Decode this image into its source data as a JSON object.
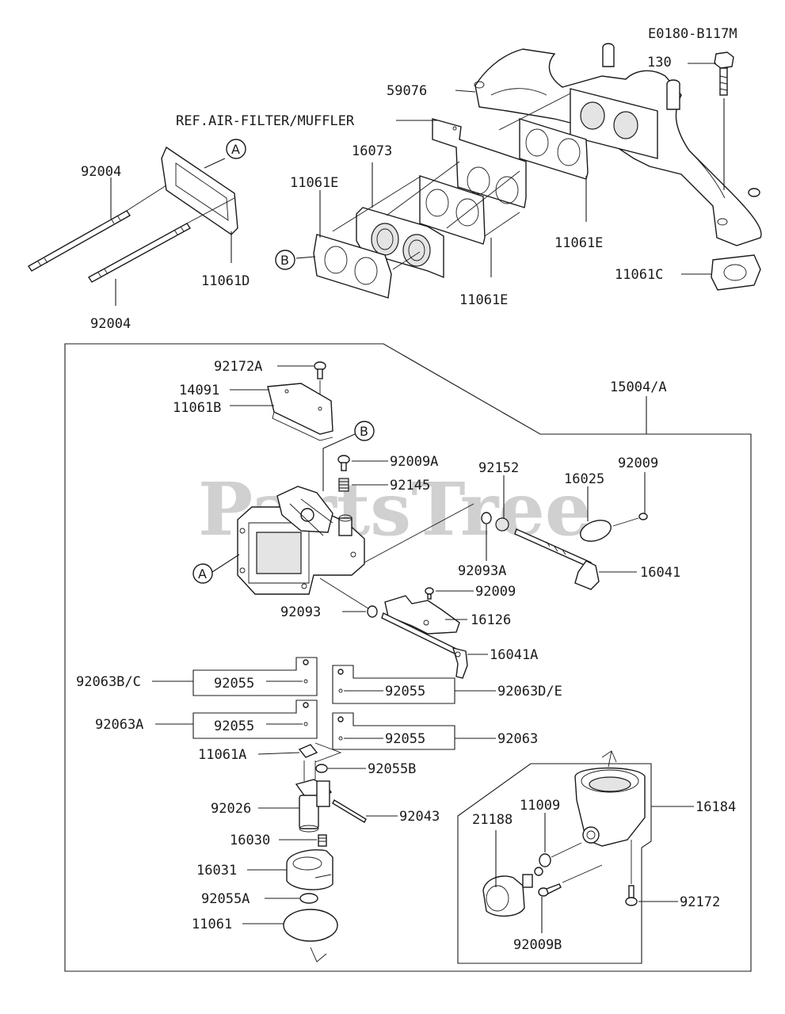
{
  "diagram_code": "E0180-B117M",
  "watermark": "PartsTree",
  "reference_note": "REF.AIR-FILTER/MUFFLER",
  "callouts": {
    "A": "A",
    "B": "B"
  },
  "parts": {
    "p130": "130",
    "p59076": "59076",
    "p16073": "16073",
    "p92004_top": "92004",
    "p92004_bottom": "92004",
    "p11061E_left": "11061E",
    "p11061E_mid": "11061E",
    "p11061E_right": "11061E",
    "p11061D": "11061D",
    "p11061C": "11061C",
    "p92172A": "92172A",
    "p14091": "14091",
    "p11061B": "11061B",
    "p15004A": "15004/A",
    "p92009A": "92009A",
    "p92145": "92145",
    "p92152": "92152",
    "p16025": "16025",
    "p92009_right": "92009",
    "p92093A": "92093A",
    "p16041": "16041",
    "p92009_mid": "92009",
    "p92093": "92093",
    "p16126": "16126",
    "p16041A": "16041A",
    "p92063BC": "92063B/C",
    "p92055_a": "92055",
    "p92055_b": "92055",
    "p92063DE": "92063D/E",
    "p92063A": "92063A",
    "p92055_c": "92055",
    "p92055_d": "92055",
    "p92063": "92063",
    "p11061A": "11061A",
    "p92055B": "92055B",
    "p92026": "92026",
    "p92043": "92043",
    "p16030": "16030",
    "p16031": "16031",
    "p92055A": "92055A",
    "p11061": "11061",
    "p11009": "11009",
    "p21188": "21188",
    "p16184": "16184",
    "p92172": "92172",
    "p92009B": "92009B"
  }
}
